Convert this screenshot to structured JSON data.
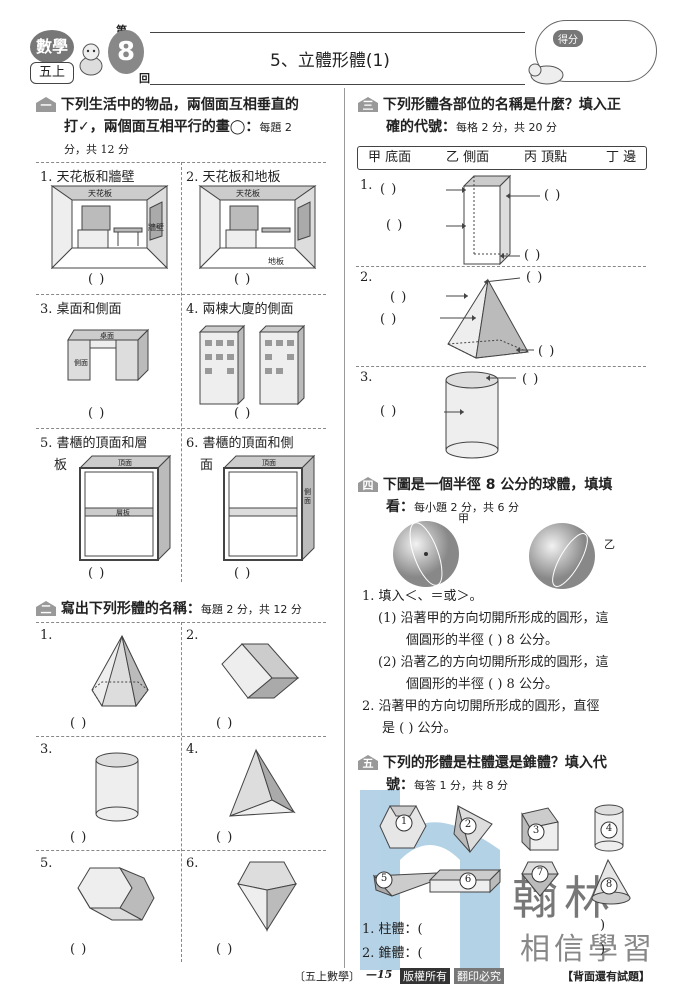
{
  "header": {
    "subject": "數學",
    "grade": "五上",
    "lesson_prefix": "第",
    "lesson_number": "8",
    "lesson_suffix": "回",
    "title": "5、立體形體(1)",
    "score_label": "得分"
  },
  "section1": {
    "number": "一",
    "title_line1": "下列生活中的物品，兩個面互相垂直的",
    "title_line2": "打✓，兩個面互相平行的畫◯：",
    "scoring_a": "每題 2",
    "scoring_b": "分，共 12 分",
    "items": [
      {
        "label": "1. 天花板和牆壁",
        "answer": "(        )",
        "img_labels": [
          "天花板",
          "牆壁"
        ]
      },
      {
        "label": "2. 天花板和地板",
        "answer": "(        )",
        "img_labels": [
          "天花板",
          "地板"
        ]
      },
      {
        "label": "3. 桌面和側面",
        "answer": "(        )",
        "img_labels": [
          "桌面",
          "側面"
        ]
      },
      {
        "label": "4. 兩棟大廈的側面",
        "answer": "(        )",
        "img_labels": []
      },
      {
        "label": "5. 書櫃的頂面和層",
        "label2": "板",
        "answer": "(        )",
        "img_labels": [
          "頂面",
          "層板"
        ]
      },
      {
        "label": "6. 書櫃的頂面和側",
        "label2": "面",
        "answer": "(        )",
        "img_labels": [
          "頂面",
          "側面"
        ]
      }
    ]
  },
  "section2": {
    "number": "二",
    "title": "寫出下列形體的名稱：",
    "scoring": "每題 2 分，共 12 分",
    "items": [
      {
        "num": "1.",
        "answer": "(              )"
      },
      {
        "num": "2.",
        "answer": "(              )"
      },
      {
        "num": "3.",
        "answer": "(              )"
      },
      {
        "num": "4.",
        "answer": "(              )"
      },
      {
        "num": "5.",
        "answer": "(              )"
      },
      {
        "num": "6.",
        "answer": "(              )"
      }
    ]
  },
  "section3": {
    "number": "三",
    "title_line1": "下列形體各部位的名稱是什麼？填入正",
    "title_line2": "確的代號：",
    "scoring": "每格 2 分，共 20 分",
    "legend": [
      "甲 底面",
      "乙 側面",
      "丙 頂點",
      "丁 邊"
    ],
    "items": [
      {
        "num": "1.",
        "blanks": [
          "(        )",
          "(        )",
          "(        )",
          "(        )"
        ]
      },
      {
        "num": "2.",
        "blanks": [
          "(        )",
          "(        )",
          "(        )",
          "(        )"
        ]
      },
      {
        "num": "3.",
        "blanks": [
          "(        )",
          "(        )"
        ]
      }
    ]
  },
  "section4": {
    "number": "四",
    "title_line1": "下圖是一個半徑 8 公分的球體，填填",
    "title_line2": "看：",
    "scoring": "每小題 2 分，共 6 分",
    "sphere_labels": [
      "甲",
      "乙"
    ],
    "q1": "1. 填入＜、＝或＞。",
    "q1a_line1": "(1) 沿著甲的方向切開所形成的圓形，這",
    "q1a_line2": "個圓形的半徑 (      ) 8 公分。",
    "q1b_line1": "(2) 沿著乙的方向切開所形成的圓形，這",
    "q1b_line2": "個圓形的半徑 (      ) 8 公分。",
    "q2_line1": "2. 沿著甲的方向切開所形成的圓形，直徑",
    "q2_line2": "是 (        ) 公分。"
  },
  "section5": {
    "number": "五",
    "title_line1": "下列的形體是柱體還是錐體？填入代",
    "title_line2": "號：",
    "scoring": "每答 1 分，共 8 分",
    "shape_numbers": [
      "1",
      "2",
      "3",
      "4",
      "5",
      "6",
      "7",
      "8"
    ],
    "answer1": "1. 柱體：(",
    "answer1_end": ")",
    "answer2": "2. 錐體：(",
    "answer2_end": ")"
  },
  "watermark": {
    "brand": "翰林",
    "slogan": "相信學習"
  },
  "footer": {
    "book": "〔五上數學〕",
    "page": "—15",
    "rights": "版權所有",
    "no_copy": "翻印必究",
    "note": "【背面還有試題】"
  }
}
